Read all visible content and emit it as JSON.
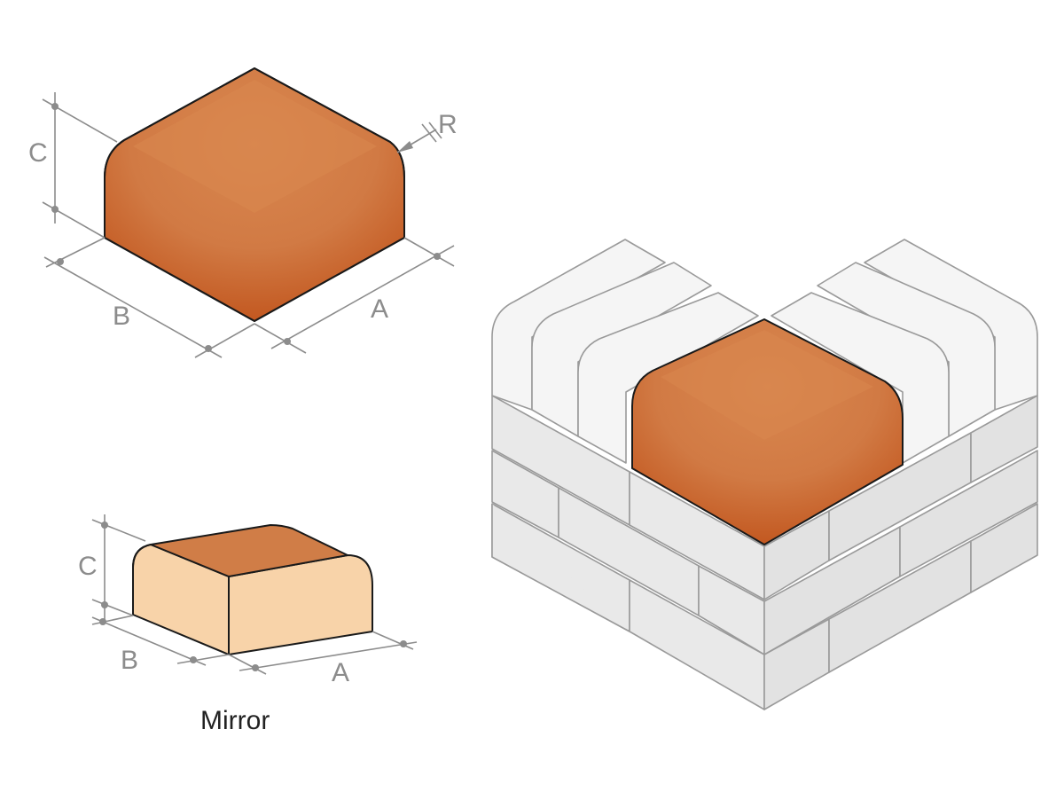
{
  "labels": {
    "top_brick": {
      "a": "A",
      "b": "B",
      "c": "C",
      "r": "R"
    },
    "mirror_brick": {
      "a": "A",
      "b": "B",
      "c": "C",
      "caption": "Mirror"
    }
  },
  "colors": {
    "brick_top": "#d4834e",
    "brick_edge": "#c0521a",
    "brick_side": "#f8d3a9",
    "wall_light": "#f4f4f4",
    "wall_mid": "#e6e6e6",
    "dimension_gray": "#8c8c8c"
  }
}
